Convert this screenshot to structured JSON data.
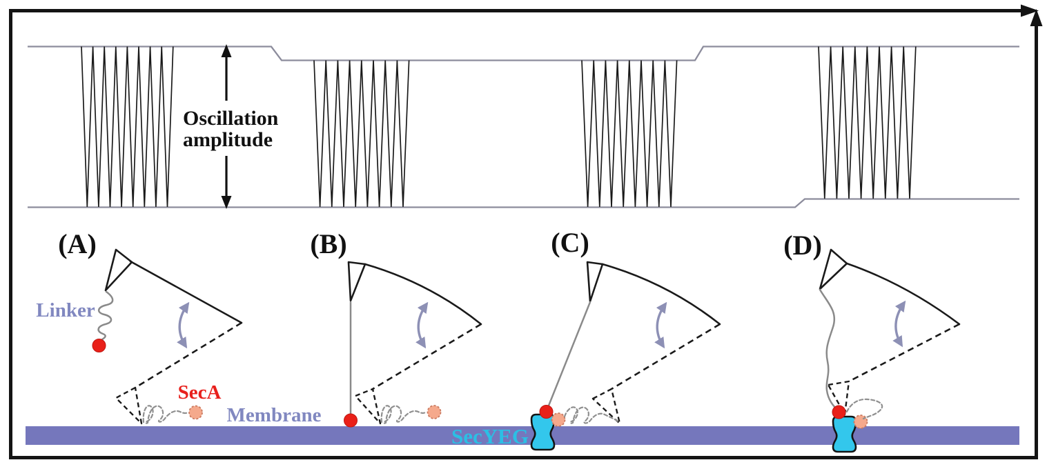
{
  "waveform": {
    "amplitude_label": {
      "line1": "Oscillation",
      "line2": "amplitude"
    }
  },
  "panels": {
    "a": "(A)",
    "b": "(B)",
    "c": "(C)",
    "d": "(D)"
  },
  "labels": {
    "linker": "Linker",
    "seca": "SecA",
    "membrane": "Membrane",
    "secyeg": "SecYEG"
  },
  "colors": {
    "membrane": "#7577bc",
    "label_slate": "#8188c0",
    "seca_red": "#e8201c",
    "dot_red": "#e92019",
    "salmon": "#f5a98c",
    "secyeg_fill": "#33c7ec",
    "secyeg_text": "#2bbfe4",
    "rotation_arrow": "#8d90b5",
    "rail_gray": "#8c8c9c",
    "line_black": "#1a1a1a"
  }
}
